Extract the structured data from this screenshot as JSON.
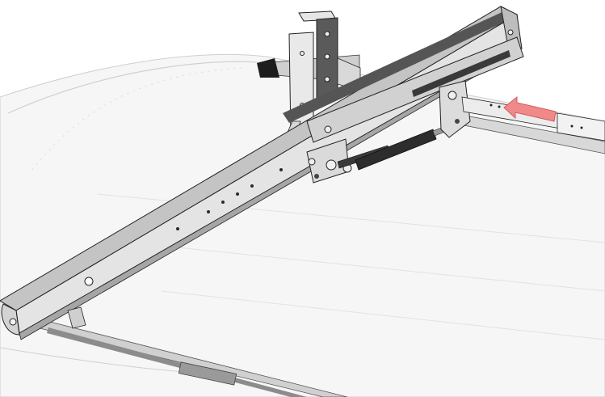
{
  "figure": {
    "type": "technical-illustration",
    "subject": "roof-rack-ladder-bar",
    "palette": {
      "background": "#ffffff",
      "roof_fill": "#f4f4f4",
      "roof_line": "#c8c8c8",
      "metal_light": "#dcdcdc",
      "metal_mid": "#b9b9b9",
      "metal_dark": "#6f6f6f",
      "outline": "#2a2a2a",
      "strut_dark": "#333333",
      "arrow_fill": "#f08a8a",
      "arrow_stroke": "#d45a5a"
    },
    "callouts": [
      {
        "kind": "arrow",
        "meaning": "push-direction-indicator",
        "color": "#f08a8a"
      }
    ]
  }
}
